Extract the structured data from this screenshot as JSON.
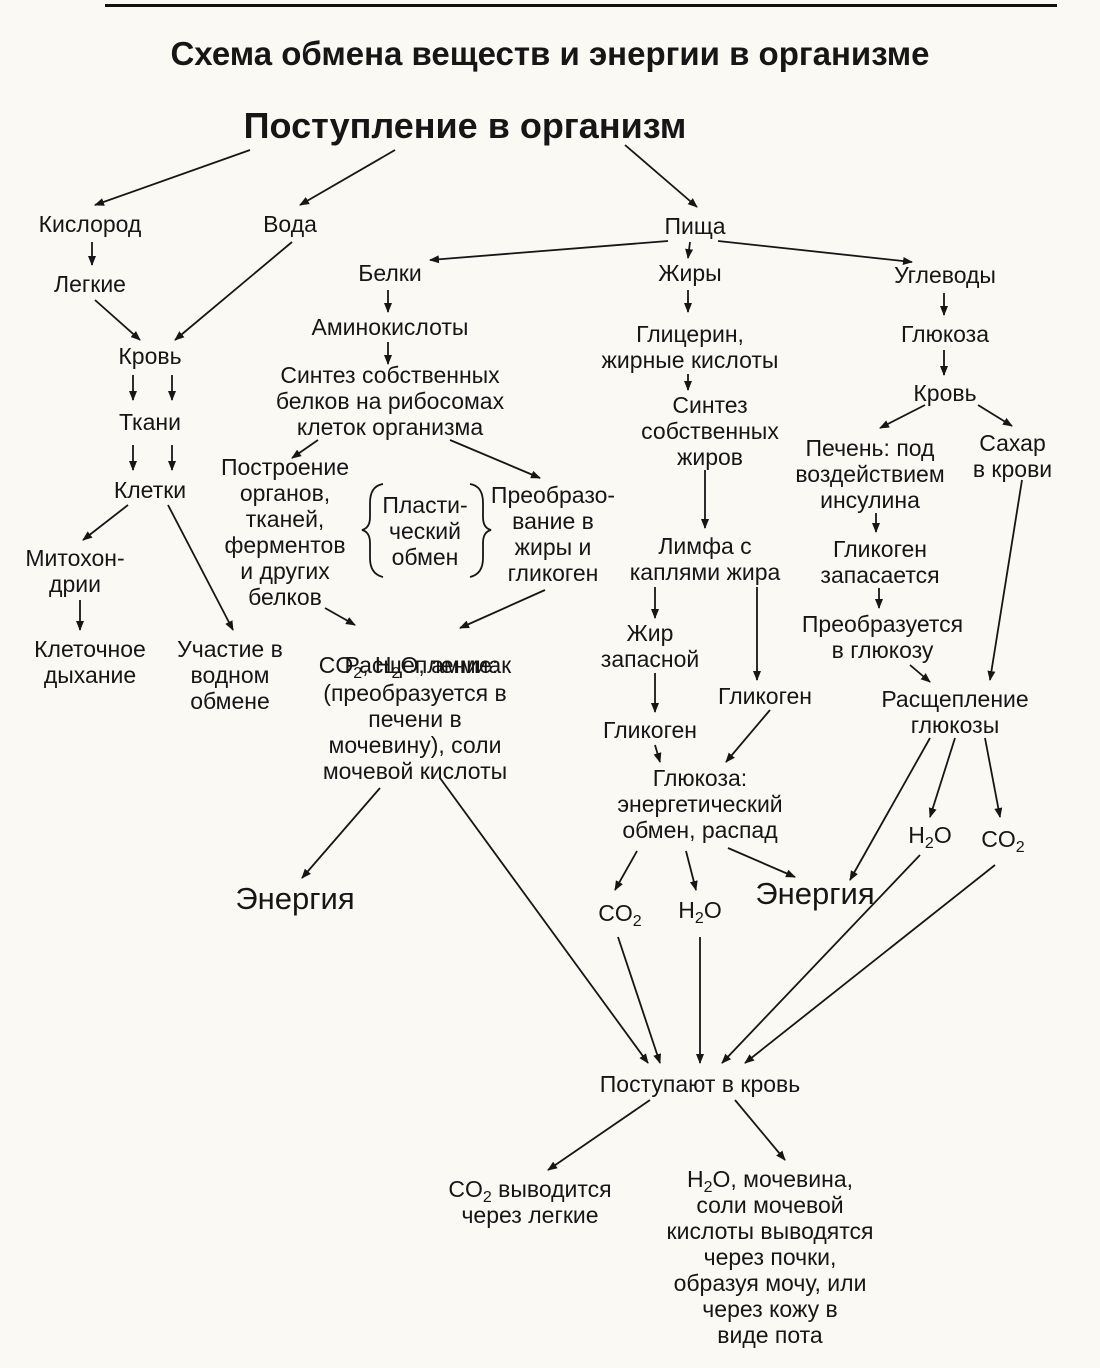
{
  "title": "Схема обмена веществ и энергии в организме",
  "header": "Поступление в организм",
  "left": {
    "oxygen": "Кислород",
    "lungs": "Легкие",
    "water": "Вода",
    "blood": "Кровь",
    "tissues": "Ткани",
    "cells": "Клетки",
    "mitochondria": "Митохон-\nдрии",
    "cell_respiration": "Клеточное\nдыхание",
    "water_exchange": "Участие в\nводном\nобмене"
  },
  "food": "Пища",
  "proteins": {
    "label": "Белки",
    "amino": "Аминокислоты",
    "synthesis": "Синтез собственных\nбелков на рибосомах\nклеток организма",
    "building": "Построение\nорганов,\nтканей,\nферментов\nи других\nбелков",
    "plastic": "Пласти-\nческий\nобмен",
    "transform": "Преобразо-\nвание в\nжиры и\nгликоген",
    "breakdown_line1": "Расщепление:",
    "breakdown_line2_a": "CO",
    "breakdown_line2_b": ", H",
    "breakdown_line2_c": "O, аммиак",
    "breakdown_rest": "(преобразуется в\nпечени в\nмочевину), соли\nмочевой кислоты",
    "energy": "Энергия"
  },
  "fats": {
    "label": "Жиры",
    "glycerol": "Глицерин,\nжирные кислоты",
    "synthesis": "Синтез\nсобственных\nжиров",
    "lymph": "Лимфа с\nкаплями жира",
    "reserve": "Жир\nзапасной",
    "glycogen_a": "Гликоген",
    "glycogen_b": "Гликоген",
    "glucose_exchange": "Глюкоза:\nэнергетический\nобмен, распад",
    "co2_a": "CO",
    "h2o_a": "H",
    "h2o_b": "O",
    "energy": "Энергия"
  },
  "carbs": {
    "label": "Углеводы",
    "glucose": "Глюкоза",
    "blood": "Кровь",
    "liver": "Печень: под\nвоздействием\nинсулина",
    "sugar": "Сахар\nв крови",
    "glycogen_stored": "Гликоген\nзапасается",
    "to_glucose": "Преобразуется\nв глюкозу",
    "glucose_breakdown": "Расщепление\nглюкозы",
    "h2o_a": "H",
    "h2o_b": "O",
    "co2_a": "CO"
  },
  "sub2": "2",
  "enter_blood": "Поступают в кровь",
  "out_lungs_a": "CO",
  "out_lungs_b": " выводится",
  "out_lungs_c": "через легкие",
  "out_kidneys_a": "H",
  "out_kidneys_b": "O, мочевина,",
  "out_kidneys_rest": "соли мочевой\nкислоты выводятся\nчерез почки,\nобразуя мочу, или\nчерез кожу в\nвиде пота"
}
